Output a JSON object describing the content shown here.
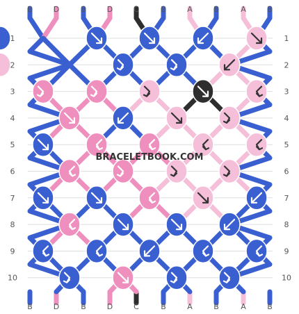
{
  "site": {
    "watermark": "BRACELETBOOK.COM"
  },
  "colors": {
    "A": "#f5bfd9",
    "B": "#3a5fd0",
    "C": "#2e2e2e",
    "D": "#ee8fbd",
    "row_line": "#dddddd",
    "label": "#555555",
    "arrow": "#ffffff",
    "arrow_on_light": "#333333"
  },
  "strings": {
    "top": [
      "B",
      "D",
      "B",
      "D",
      "C",
      "B",
      "A",
      "B",
      "A",
      "B"
    ],
    "bottom": [
      "B",
      "D",
      "B",
      "D",
      "C",
      "B",
      "A",
      "B",
      "A",
      "B"
    ]
  },
  "rows": {
    "left": [
      "1",
      "2",
      "3",
      "4",
      "5",
      "6",
      "7",
      "8",
      "9",
      "10"
    ],
    "right": [
      "1",
      "2",
      "3",
      "4",
      "5",
      "6",
      "7",
      "8",
      "9",
      "10"
    ]
  },
  "knots": [
    {
      "row": 1,
      "col": 1,
      "color": "B",
      "dir": "r"
    },
    {
      "row": 1,
      "col": 2,
      "color": "B",
      "dir": "r"
    },
    {
      "row": 1,
      "col": 3,
      "color": "B",
      "dir": "l"
    },
    {
      "row": 1,
      "col": 4,
      "color": "A",
      "dir": "r"
    },
    {
      "row": 1,
      "col": 5,
      "color": "B",
      "dir": "r"
    },
    {
      "row": 2,
      "col": 1,
      "color": "B",
      "dir": "lr"
    },
    {
      "row": 2,
      "col": 2,
      "color": "B",
      "dir": "lr"
    },
    {
      "row": 2,
      "col": 3,
      "color": "A",
      "dir": "l"
    },
    {
      "row": 2,
      "col": 4,
      "color": "A",
      "dir": "lr"
    },
    {
      "row": 3,
      "col": 0,
      "color": "D",
      "dir": "lr"
    },
    {
      "row": 3,
      "col": 1,
      "color": "D",
      "dir": "lr"
    },
    {
      "row": 3,
      "col": 2,
      "color": "A",
      "dir": "lr"
    },
    {
      "row": 3,
      "col": 3,
      "color": "C",
      "dir": "r"
    },
    {
      "row": 3,
      "col": 4,
      "color": "A",
      "dir": "rl"
    },
    {
      "row": 4,
      "col": 0,
      "color": "D",
      "dir": "r"
    },
    {
      "row": 4,
      "col": 1,
      "color": "B",
      "dir": "l"
    },
    {
      "row": 4,
      "col": 2,
      "color": "A",
      "dir": "r"
    },
    {
      "row": 4,
      "col": 3,
      "color": "A",
      "dir": "lr"
    },
    {
      "row": 5,
      "col": 0,
      "color": "B",
      "dir": "r"
    },
    {
      "row": 5,
      "col": 1,
      "color": "D",
      "dir": "rl"
    },
    {
      "row": 5,
      "col": 2,
      "color": "D",
      "dir": "rl"
    },
    {
      "row": 5,
      "col": 3,
      "color": "A",
      "dir": "rl"
    },
    {
      "row": 5,
      "col": 4,
      "color": "A",
      "dir": "rl"
    },
    {
      "row": 6,
      "col": 0,
      "color": "D",
      "dir": "rl"
    },
    {
      "row": 6,
      "col": 1,
      "color": "D",
      "dir": "lr"
    },
    {
      "row": 6,
      "col": 2,
      "color": "A",
      "dir": "lr"
    },
    {
      "row": 6,
      "col": 3,
      "color": "A",
      "dir": "lr"
    },
    {
      "row": 7,
      "col": 0,
      "color": "B",
      "dir": "r"
    },
    {
      "row": 7,
      "col": 1,
      "color": "B",
      "dir": "r"
    },
    {
      "row": 7,
      "col": 2,
      "color": "D",
      "dir": "rl"
    },
    {
      "row": 7,
      "col": 3,
      "color": "A",
      "dir": "r"
    },
    {
      "row": 7,
      "col": 4,
      "color": "B",
      "dir": "l"
    },
    {
      "row": 8,
      "col": 0,
      "color": "D",
      "dir": "rl"
    },
    {
      "row": 8,
      "col": 1,
      "color": "B",
      "dir": "r"
    },
    {
      "row": 8,
      "col": 2,
      "color": "B",
      "dir": "r"
    },
    {
      "row": 8,
      "col": 3,
      "color": "B",
      "dir": "l"
    },
    {
      "row": 9,
      "col": 0,
      "color": "B",
      "dir": "rl"
    },
    {
      "row": 9,
      "col": 1,
      "color": "B",
      "dir": "rl"
    },
    {
      "row": 9,
      "col": 2,
      "color": "B",
      "dir": "l"
    },
    {
      "row": 9,
      "col": 3,
      "color": "B",
      "dir": "rl"
    },
    {
      "row": 9,
      "col": 4,
      "color": "B",
      "dir": "rl"
    },
    {
      "row": 10,
      "col": 0,
      "color": "B",
      "dir": "lr"
    },
    {
      "row": 10,
      "col": 1,
      "color": "D",
      "dir": "r"
    },
    {
      "row": 10,
      "col": 2,
      "color": "B",
      "dir": "lr"
    },
    {
      "row": 10,
      "col": 3,
      "color": "B",
      "dir": "lr"
    }
  ]
}
